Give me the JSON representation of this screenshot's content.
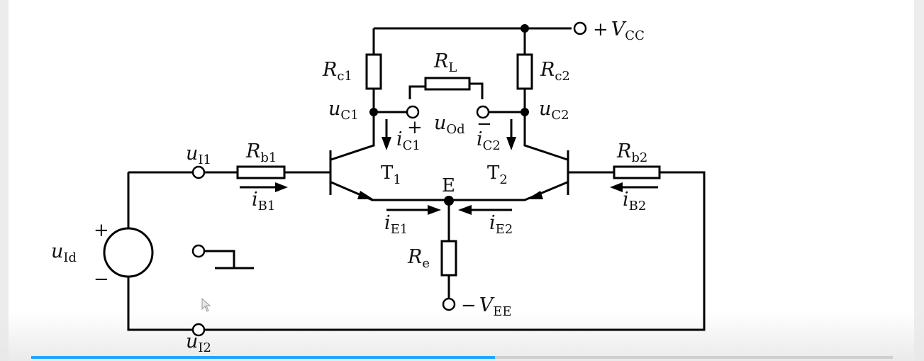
{
  "labels": {
    "vcc_prefix": "+",
    "vcc_sym": "V",
    "vcc_sub": "CC",
    "vee_prefix": "−",
    "vee_sym": "V",
    "vee_sub": "EE",
    "rc1_sym": "R",
    "rc1_sub": "c1",
    "rc2_sym": "R",
    "rc2_sub": "c2",
    "rl_sym": "R",
    "rl_sub": "L",
    "uc1_sym": "u",
    "uc1_sub": "C1",
    "uc2_sym": "u",
    "uc2_sub": "C2",
    "uod_sym": "u",
    "uod_sub": "Od",
    "uod_plus": "+",
    "uod_minus": "−",
    "ic1_sym": "i",
    "ic1_sub": "C1",
    "ic2_sym": "i",
    "ic2_sub": "C2",
    "t1_sym": "T",
    "t1_sub": "1",
    "t2_sym": "T",
    "t2_sub": "2",
    "e_node": "E",
    "rb1_sym": "R",
    "rb1_sub": "b1",
    "rb2_sym": "R",
    "rb2_sub": "b2",
    "ui1_sym": "u",
    "ui1_sub": "I1",
    "ui2_sym": "u",
    "ui2_sub": "I2",
    "ib1_sym": "i",
    "ib1_sub": "B1",
    "ib2_sym": "i",
    "ib2_sub": "B2",
    "ie1_sym": "i",
    "ie1_sub": "E1",
    "ie2_sym": "i",
    "ie2_sub": "E2",
    "re_sym": "R",
    "re_sub": "e",
    "uid_sym": "u",
    "uid_sub": "Id",
    "uid_plus": "+",
    "uid_minus": "−"
  },
  "player": {
    "progress": 0.538
  },
  "colors": {
    "progress": "#1ea7ff",
    "ink": "#000000"
  }
}
